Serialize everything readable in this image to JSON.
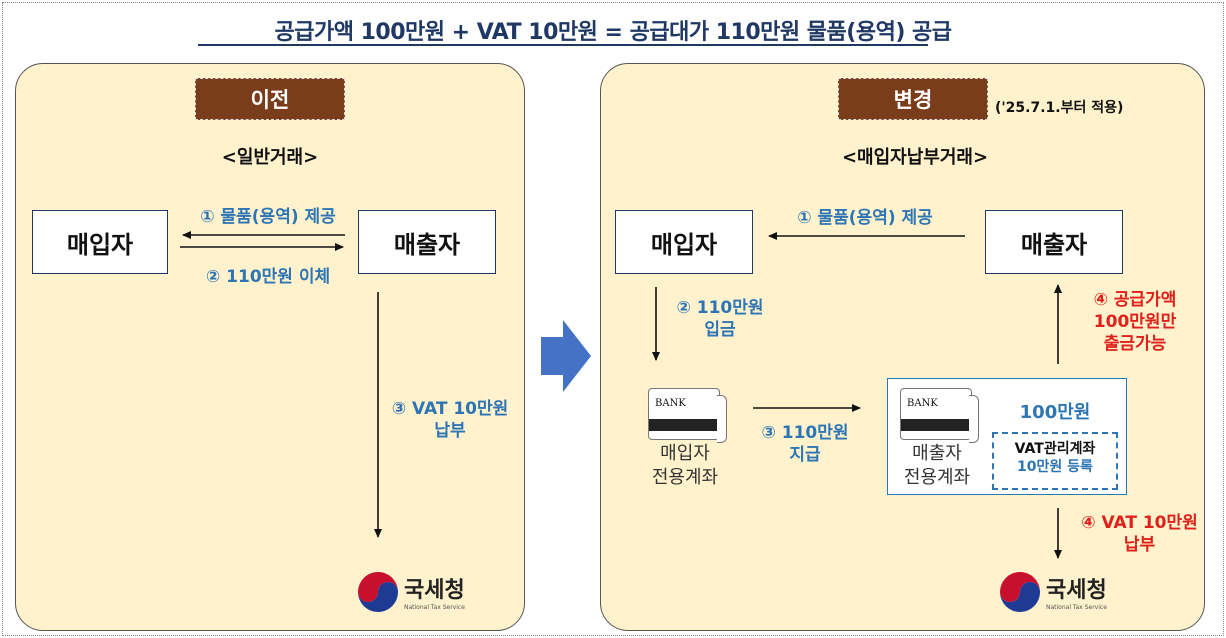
{
  "title": "공급가액 100만원 + VAT 10만원 = 공급대가 110만원 물품(용역) 공급",
  "before": {
    "tag": "이전",
    "subtitle": "<일반거래>",
    "buyer": "매입자",
    "seller": "매출자",
    "step1": "① 물품(용역) 제공",
    "step2": "② 110만원 이체",
    "step3_line1": "③ VAT 10만원",
    "step3_line2": "납부"
  },
  "after": {
    "tag": "변경",
    "note": "('25.7.1.부터 적용)",
    "subtitle": "<매입자납부거래>",
    "buyer": "매입자",
    "seller": "매출자",
    "step1": "① 물품(용역) 제공",
    "step2_line1": "② 110만원",
    "step2_line2": "입금",
    "step3_line1": "③ 110만원",
    "step3_line2": "지급",
    "step4a_line1": "④ 공급가액",
    "step4a_line2": "100만원만",
    "step4a_line3": "출금가능",
    "step4b_line1": "④ VAT 10만원",
    "step4b_line2": "납부",
    "buyer_account_line1": "매입자",
    "buyer_account_line2": "전용계좌",
    "seller_account_line1": "매출자",
    "seller_account_line2": "전용계좌",
    "seller_amount": "100만원",
    "vat_account_line1": "VAT관리계좌",
    "vat_account_line2": "10만원 등록"
  },
  "bank_label": "BANK",
  "nts": {
    "name": "국세청",
    "english": "National Tax Service"
  },
  "icons": [
    "bank-card-icon",
    "right-arrow-icon",
    "nts-logo-icon"
  ],
  "colors": {
    "blue": "#2e75b6",
    "red": "#e0201b",
    "panel": "#fff2cc",
    "tag": "#7a3d1c",
    "title": "#1f3864"
  }
}
